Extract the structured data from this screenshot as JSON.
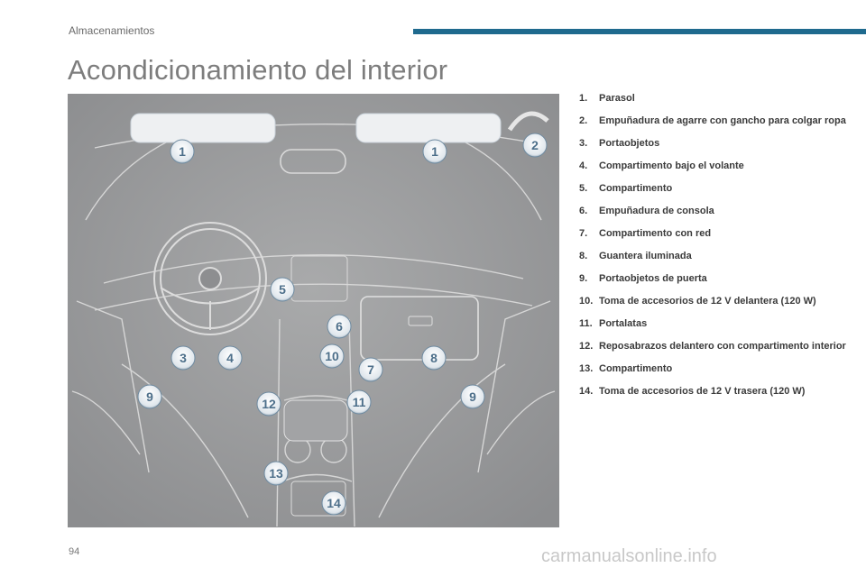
{
  "header": {
    "section": "Almacenamientos",
    "accent_color": "#1f6a8e"
  },
  "page": {
    "title": "Acondicionamiento del interior",
    "number": "94"
  },
  "figure": {
    "subject": "car-interior-illustration",
    "callouts": [
      "1",
      "1",
      "2",
      "3",
      "4",
      "5",
      "6",
      "7",
      "8",
      "9",
      "9",
      "10",
      "11",
      "12",
      "13",
      "14"
    ]
  },
  "legend": [
    {
      "num": "1.",
      "text": "Parasol"
    },
    {
      "num": "2.",
      "text": "Empuñadura de agarre con gancho para colgar ropa"
    },
    {
      "num": "3.",
      "text": "Portaobjetos"
    },
    {
      "num": "4.",
      "text": "Compartimento bajo el volante"
    },
    {
      "num": "5.",
      "text": "Compartimento"
    },
    {
      "num": "6.",
      "text": "Empuñadura de consola"
    },
    {
      "num": "7.",
      "text": "Compartimento con red"
    },
    {
      "num": "8.",
      "text": "Guantera iluminada"
    },
    {
      "num": "9.",
      "text": "Portaobjetos de puerta"
    },
    {
      "num": "10.",
      "text": "Toma de accesorios de 12 V delantera (120 W)"
    },
    {
      "num": "11.",
      "text": "Portalatas"
    },
    {
      "num": "12.",
      "text": "Reposabrazos delantero con compartimento interior"
    },
    {
      "num": "13.",
      "text": "Compartimento"
    },
    {
      "num": "14.",
      "text": "Toma de accesorios de 12 V trasera (120 W)"
    }
  ],
  "footer": {
    "watermark": "carmanualsonline.info"
  }
}
